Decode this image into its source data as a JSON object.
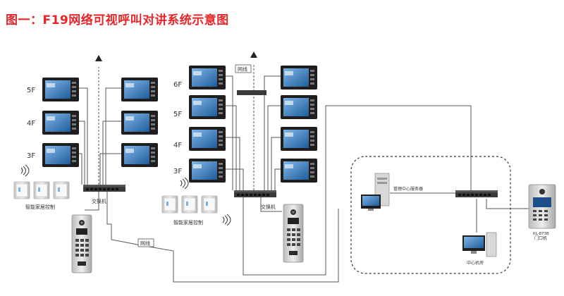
{
  "title": "图一：F19网络可视呼叫对讲系统示意图",
  "labels": {
    "floor_5f": "5F",
    "floor_4f": "4F",
    "floor_3f": "3F",
    "floor_6f": "6F",
    "switch_1": "交换机",
    "switch_2": "交换机",
    "smart_home_1": "智能家居控制",
    "smart_home_2": "智能家居控制",
    "network_cable_1": "网线",
    "network_cable_2": "网线",
    "mgmt_server": "管理中心服务器",
    "center_unit": "中心机房",
    "door_unit": "门口机",
    "door_unit_model": "KL-873B"
  },
  "colors": {
    "title": "#e8262a",
    "wire": "#555555",
    "monitor_screen": "#2a6fb0",
    "switch_body": "#3a3a3a",
    "dashed_box": "#333333"
  }
}
